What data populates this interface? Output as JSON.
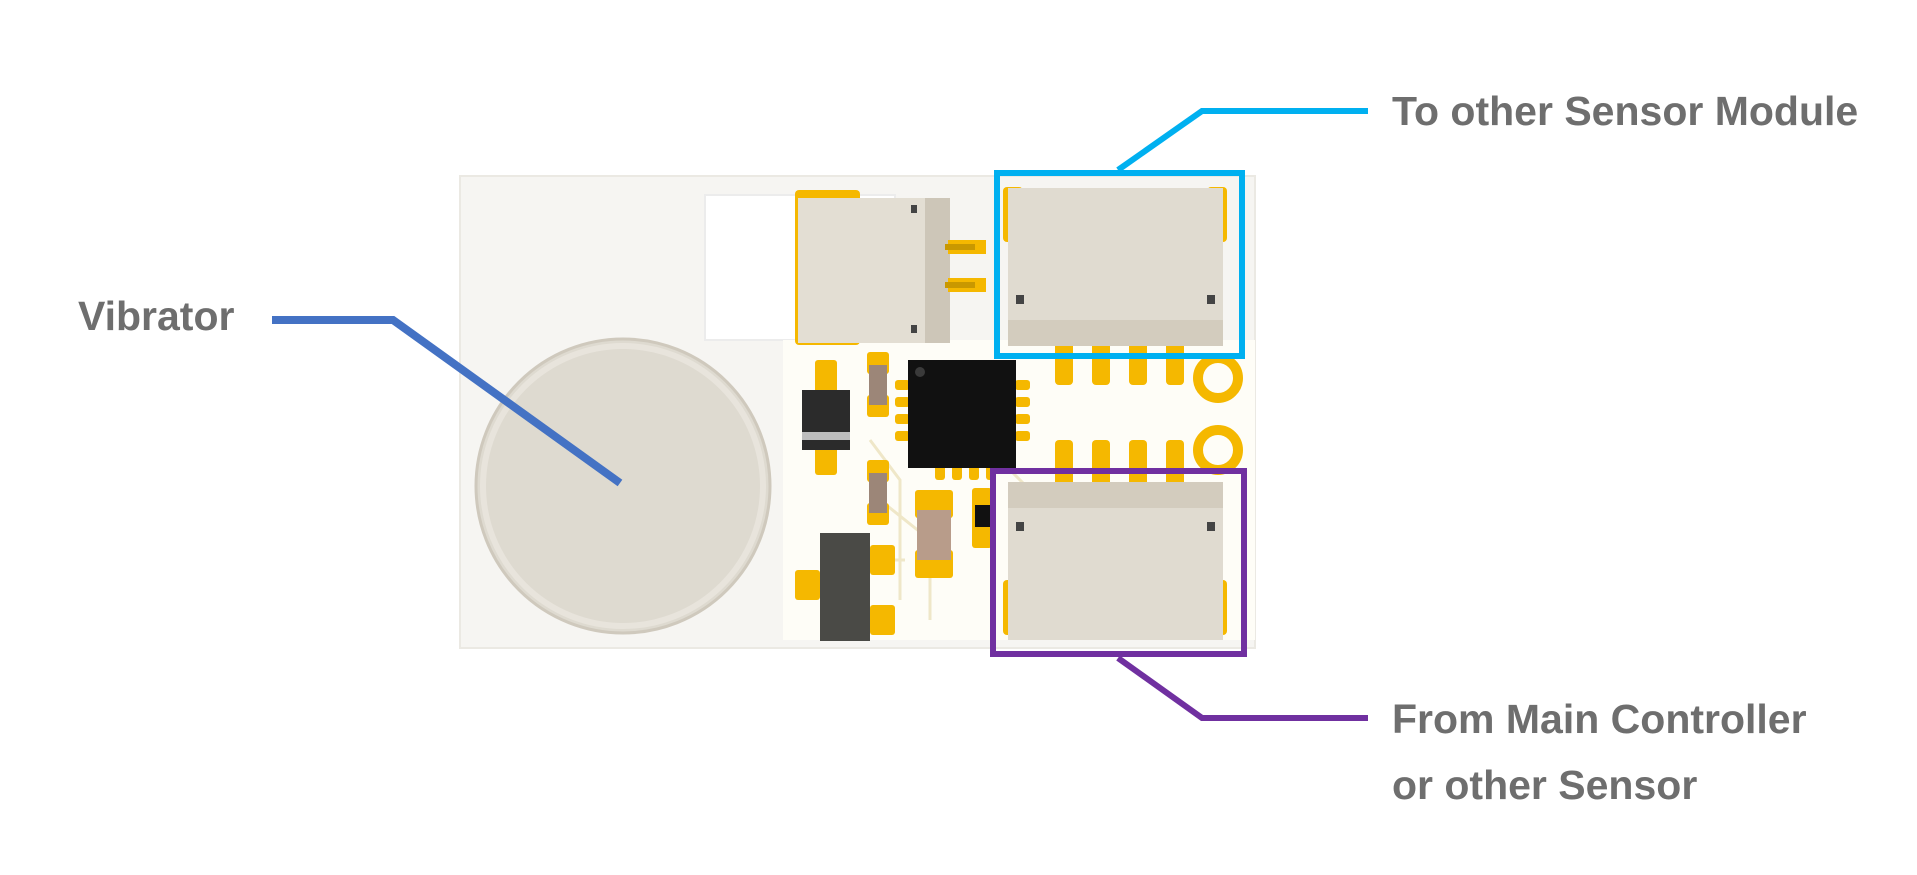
{
  "labels": {
    "vibrator": "Vibrator",
    "to_other_sensor": "To other Sensor Module",
    "from_main_line1": "From Main Controller",
    "from_main_line2": "or other Sensor"
  },
  "colors": {
    "label_text": "#6e6e6e",
    "vibrator_leader": "#4472c4",
    "output_connector_callout": "#00b0f0",
    "input_connector_callout": "#7030a0",
    "pcb_board": "#f6f5f2",
    "pcb_pad_gold": "#f5b800",
    "connector_body": "#e0dbd0",
    "ic_body": "#111111"
  },
  "icons": {
    "vibrator_motor": "vibrator-motor-disc-icon",
    "connector": "jst-connector-icon",
    "microcontroller": "ic-chip-icon"
  }
}
